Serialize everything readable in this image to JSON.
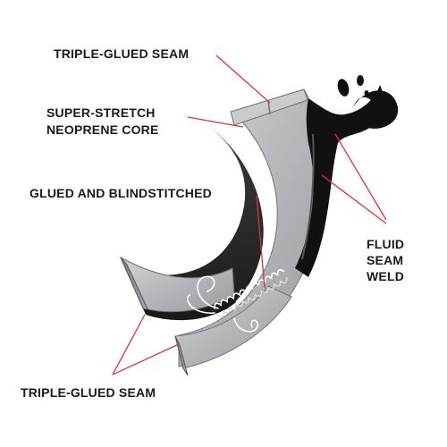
{
  "labels": {
    "triple_glued_seam_top": "TRIPLE-GLUED SEAM",
    "neoprene_core_line1": "SUPER-STRETCH",
    "neoprene_core_line2": "NEOPRENE CORE",
    "glued_blindstitched": "GLUED AND BLINDSTITCHED",
    "fluid_line1": "FLUID",
    "fluid_line2": "SEAM",
    "fluid_line3": "WELD",
    "triple_glued_seam_bottom": "TRIPLE-GLUED SEAM"
  },
  "colors": {
    "leader_line": "#e0342f",
    "text": "#1a1a1a",
    "neoprene_face": "#b9bbbe",
    "neoprene_side": "#8b8e92",
    "seam_weld": "#111111",
    "stitch": "#ffffff"
  }
}
